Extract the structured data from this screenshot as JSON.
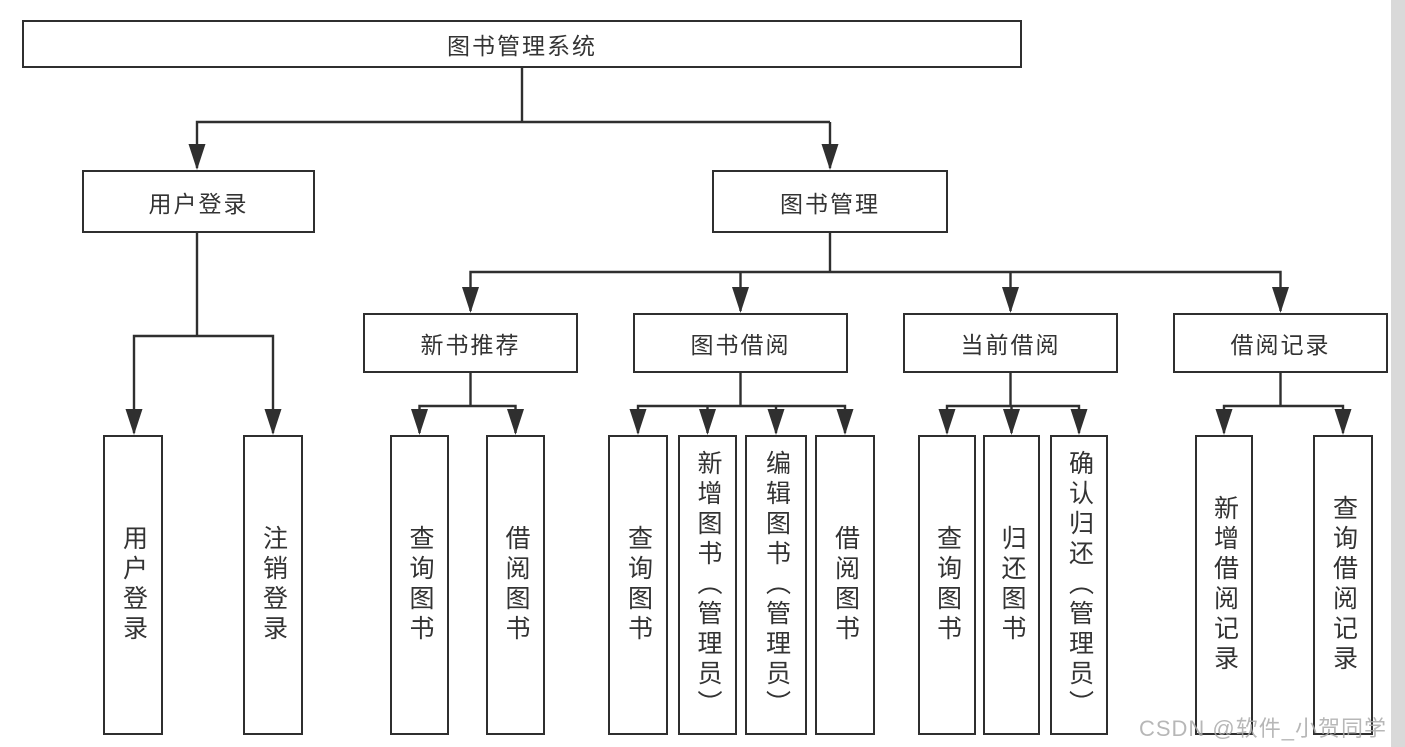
{
  "watermark": "CSDN @软件_小贺同学",
  "colors": {
    "line": "#2f2f2f",
    "text": "#333333",
    "background": "#ffffff",
    "watermark": "#ababab"
  },
  "tree": {
    "root": {
      "label": "图书管理系统"
    },
    "branches": [
      {
        "label": "用户登录",
        "children": [
          {
            "label": "用户登录"
          },
          {
            "label": "注销登录"
          }
        ]
      },
      {
        "label": "图书管理",
        "children": [
          {
            "label": "新书推荐",
            "children": [
              {
                "label": "查询图书"
              },
              {
                "label": "借阅图书"
              }
            ]
          },
          {
            "label": "图书借阅",
            "children": [
              {
                "label": "查询图书"
              },
              {
                "label": "新增图书（管理员）"
              },
              {
                "label": "编辑图书（管理员）"
              },
              {
                "label": "借阅图书"
              }
            ]
          },
          {
            "label": "当前借阅",
            "children": [
              {
                "label": "查询图书"
              },
              {
                "label": "归还图书"
              },
              {
                "label": "确认归还（管理员）"
              }
            ]
          },
          {
            "label": "借阅记录",
            "children": [
              {
                "label": "新增借阅记录"
              },
              {
                "label": "查询借阅记录"
              }
            ]
          }
        ]
      }
    ]
  }
}
